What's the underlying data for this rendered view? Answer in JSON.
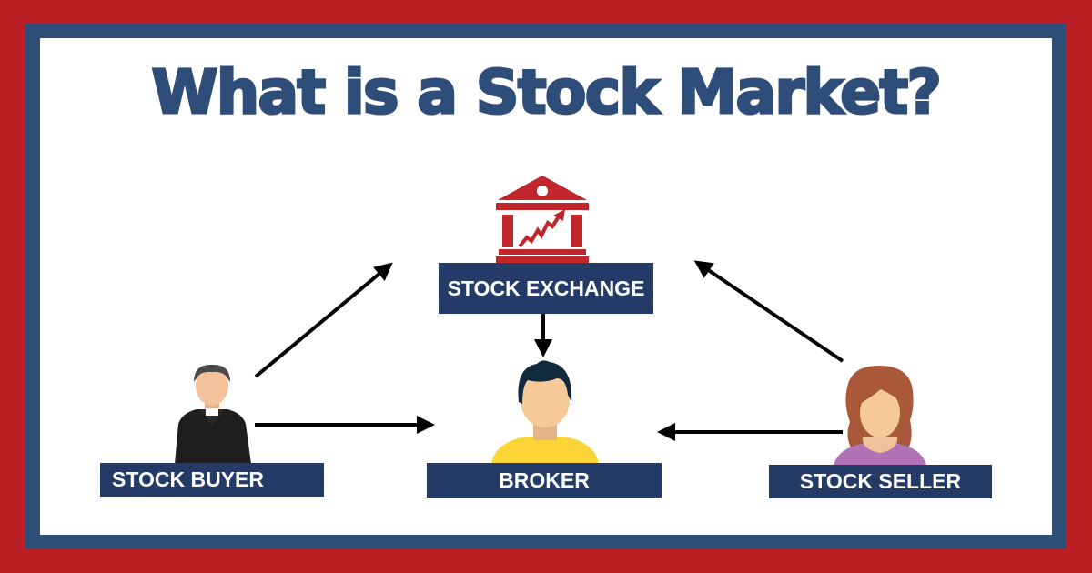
{
  "title": "What is a Stock Market?",
  "colors": {
    "outer_border": "#BB2024",
    "inner_border": "#2F4E76",
    "title": "#2E4D78",
    "label_bg": "#233B66",
    "label_text": "#FFFFFF",
    "exchange_icon": "#C0262B",
    "arrow": "#000000"
  },
  "nodes": {
    "exchange": {
      "label": "STOCK EXCHANGE",
      "icon": "bank-chart-icon"
    },
    "buyer": {
      "label": "STOCK BUYER",
      "icon": "person-priest-icon"
    },
    "broker": {
      "label": "BROKER",
      "icon": "person-man-icon"
    },
    "seller": {
      "label": "STOCK SELLER",
      "icon": "person-woman-icon"
    }
  },
  "edges": [
    {
      "from": "STOCK BUYER",
      "to": "STOCK EXCHANGE"
    },
    {
      "from": "STOCK BUYER",
      "to": "BROKER"
    },
    {
      "from": "STOCK EXCHANGE",
      "to": "BROKER"
    },
    {
      "from": "STOCK SELLER",
      "to": "STOCK EXCHANGE"
    },
    {
      "from": "STOCK SELLER",
      "to": "BROKER"
    }
  ]
}
